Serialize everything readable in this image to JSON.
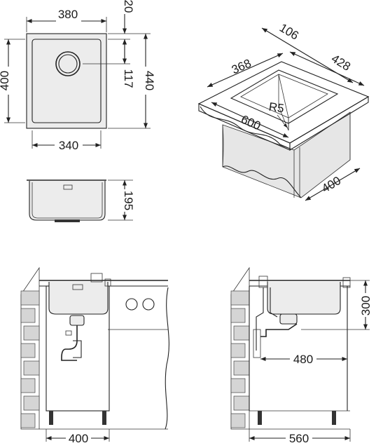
{
  "dimensions": {
    "top_view_width": "380",
    "top_view_rim": "20",
    "top_view_length": "400",
    "top_view_drain_offset": "117",
    "top_view_outer_length": "440",
    "top_view_bowl_width": "340",
    "side_view_depth": "195",
    "iso_rim_width": "106",
    "iso_bowl_width": "368",
    "iso_outer_width": "428",
    "iso_corner_radius": "R5",
    "iso_cabinet_width": "600",
    "iso_cabinet_depth": "400",
    "front_cabinet_width": "400",
    "side_drain_height": "300",
    "side_drain_distance": "480",
    "side_cabinet_depth": "560"
  },
  "colors": {
    "line": "#222222",
    "fill": "#ececec",
    "wall": "#e6e6e6"
  }
}
